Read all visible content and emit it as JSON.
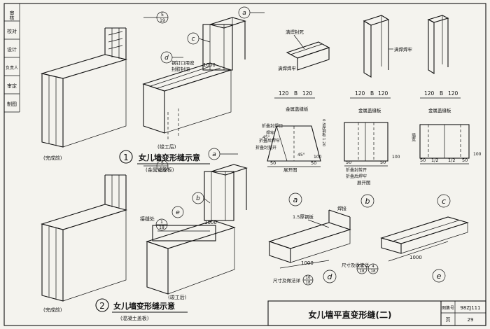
{
  "title_block": {
    "title": "女儿墙平直变形缝(二)",
    "atlas_label": "图集号",
    "atlas_no": "98ZJ111",
    "page_label": "页",
    "page_no": "29"
  },
  "left_strip": [
    "审核",
    "校对",
    "设计",
    "负责人",
    "审定",
    "制图"
  ],
  "diagram1": {
    "number": "1",
    "title": "女儿墙变形缝示意",
    "subtitle": "(金属盖缝板)",
    "before_label": "(完成前)",
    "after_label": "(竣工后)",
    "callout_5": "5",
    "callout_19": "19",
    "callout_a": "a",
    "callout_c": "c",
    "callout_d": "d",
    "dim_1000": "1000",
    "note_seal": "钢钉口用密\n封胶封闭"
  },
  "diagram2": {
    "number": "2",
    "title": "女儿墙变形缝示意",
    "subtitle": "(混凝土盖板)",
    "before_label": "(完成前)",
    "after_label": "(竣工后)",
    "callout_5": "5",
    "callout_19": "19",
    "callout_a": "a",
    "callout_b": "b",
    "callout_e": "e",
    "callout_1": "1",
    "callout_18": "18",
    "dim_1000": "1000",
    "note_joint": "接缝处"
  },
  "details_top": {
    "label_weld1": "满焊封死",
    "label_weld2": "满焊焊牢",
    "label_weld3": "满焊焊牢"
  },
  "detail_a": {
    "label": "a",
    "dims": [
      "120",
      "B",
      "120"
    ],
    "cover_label": "金属盖缝板",
    "bend_label": "折叠后焊牢",
    "cut_label": "折叠封剪开",
    "edge_label": "折叠封焊口",
    "weld_label": "焊牢",
    "angle": "45°",
    "thick_note": "0.5厚钢板 1.20",
    "bottom_dims": [
      "50",
      "展开图",
      "50"
    ],
    "side_dim": "100"
  },
  "detail_b": {
    "label": "b",
    "dims": [
      "120",
      "B",
      "120"
    ],
    "cover_label": "金属盖缝板",
    "cut_label": "折叠封剪开",
    "bend_label": "折叠后焊牢",
    "bottom_dims": [
      "50",
      "展开图",
      "50"
    ],
    "side_dim": "100"
  },
  "detail_c": {
    "label": "c",
    "dims": [
      "120",
      "B",
      "120"
    ],
    "cover_label": "金属盖缝板",
    "side_label": "墙宽",
    "bottom_dims": [
      "50",
      "1/2",
      "1/2",
      "50"
    ],
    "side_dim": "100"
  },
  "detail_d": {
    "label": "d",
    "plate_label": "1.5厚钢板",
    "weld_label": "焊接",
    "dim": "1000",
    "note": "尺寸及做法详",
    "ref_top": "16",
    "ref_bottom": "18"
  },
  "detail_e": {
    "label": "e",
    "dim": "1000",
    "note": "尺寸及做法详",
    "ref1_top": "6",
    "ref1_bottom": "18",
    "ref2_top": "4",
    "ref2_bottom": "18"
  }
}
